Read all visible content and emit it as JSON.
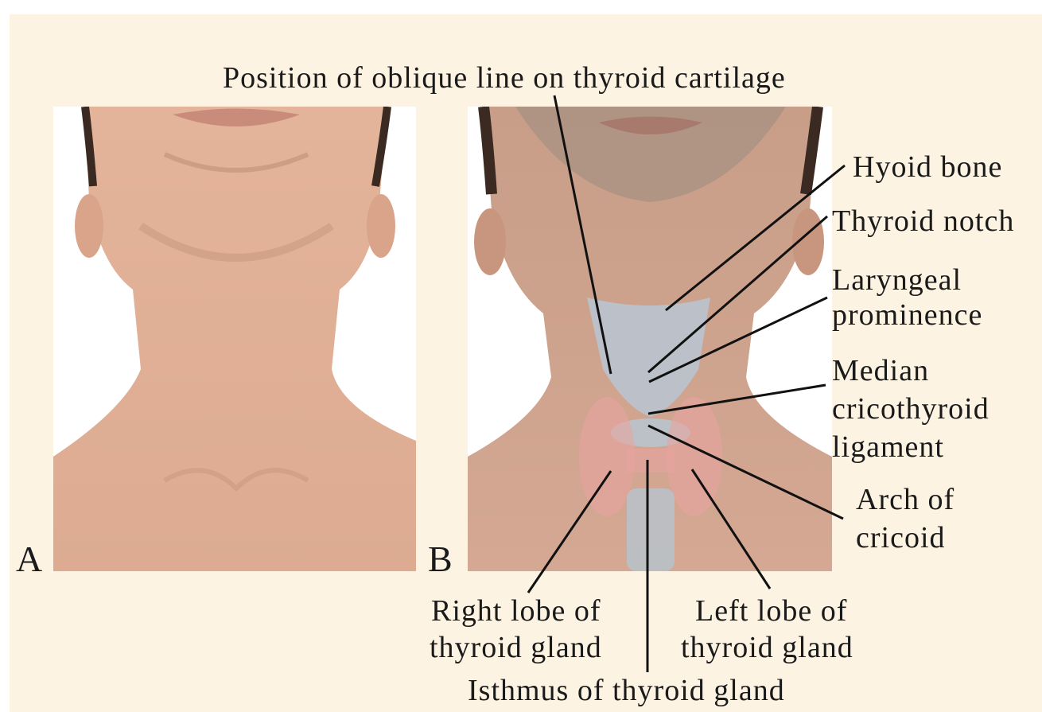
{
  "figure": {
    "panel_a_letter": "A",
    "panel_b_letter": "B",
    "labels": {
      "oblique_line": "Position of oblique line on thyroid cartilage",
      "hyoid_bone": "Hyoid bone",
      "thyroid_notch": "Thyroid notch",
      "laryngeal_prominence_1": "Laryngeal",
      "laryngeal_prominence_2": "prominence",
      "median_cricothyroid_1": "Median",
      "median_cricothyroid_2": "cricothyroid",
      "median_cricothyroid_3": "ligament",
      "arch_cricoid_1": "Arch of",
      "arch_cricoid_2": "cricoid",
      "right_lobe_1": "Right lobe of",
      "right_lobe_2": "thyroid gland",
      "left_lobe_1": "Left lobe of",
      "left_lobe_2": "thyroid gland",
      "isthmus": "Isthmus of thyroid gland"
    }
  }
}
